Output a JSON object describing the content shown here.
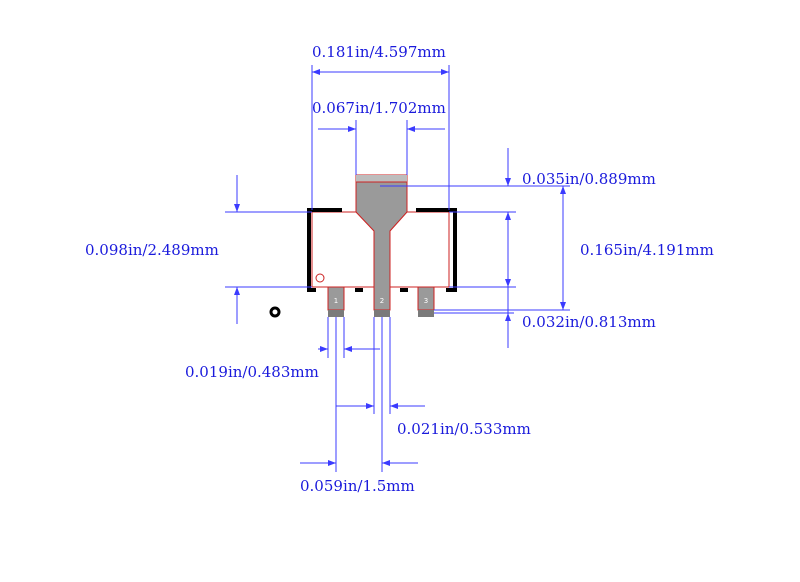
{
  "colors": {
    "dimension": "#3b3bff",
    "dimension_text": "#1a1adc",
    "outline": "#cc2222",
    "body_fill": "#9a9a9a",
    "silkscreen": "#000000"
  },
  "dimensions": {
    "overall_width": "0.181in/4.597mm",
    "tab_width": "0.067in/1.702mm",
    "tab_protrusion": "0.035in/0.889mm",
    "body_height": "0.098in/2.489mm",
    "overall_height": "0.165in/4.191mm",
    "lead_length": "0.032in/0.813mm",
    "lead_width": "0.019in/0.483mm",
    "center_lead_width": "0.021in/0.533mm",
    "lead_pitch": "0.059in/1.5mm"
  },
  "pins": [
    "1",
    "2",
    "3"
  ]
}
